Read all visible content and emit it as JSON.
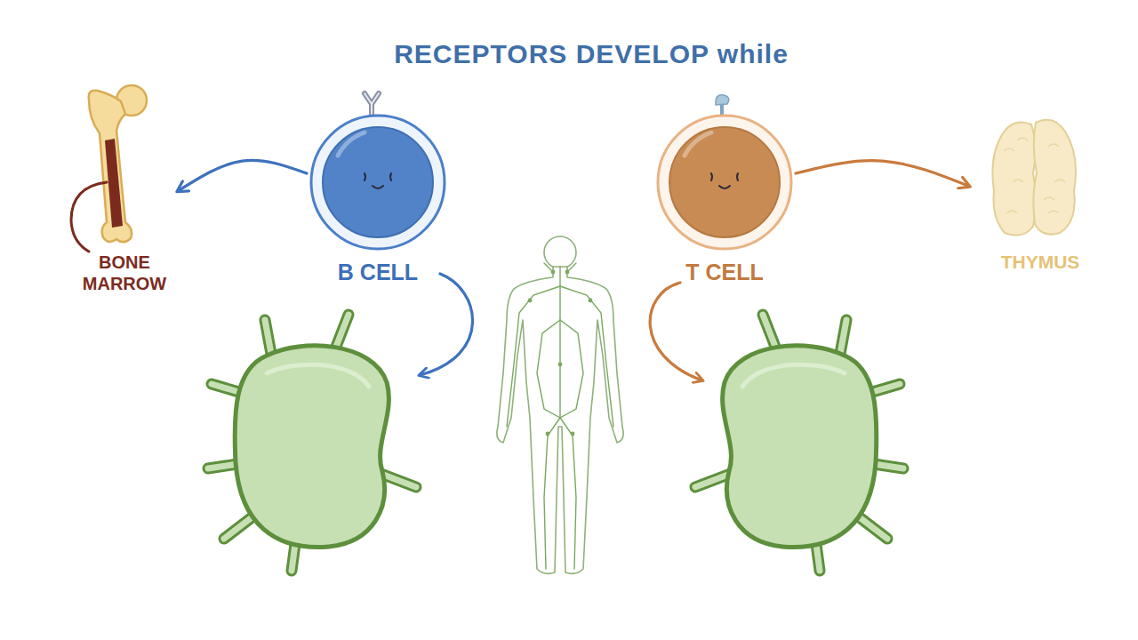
{
  "diagram": {
    "title": "RECEPTORS DEVELOP while",
    "nodes": [
      {
        "text": [
          "BONE MARROW"
        ]
      },
      {
        "text": [
          "B CELL"
        ]
      },
      {
        "text": [
          "T CELL"
        ]
      },
      {
        "text": [
          "THYMUS"
        ]
      }
    ],
    "edges": [
      {
        "from": 1,
        "to": 0,
        "arrow": "to"
      },
      {
        "from": 2,
        "to": 3,
        "arrow": "to"
      }
    ]
  }
}
